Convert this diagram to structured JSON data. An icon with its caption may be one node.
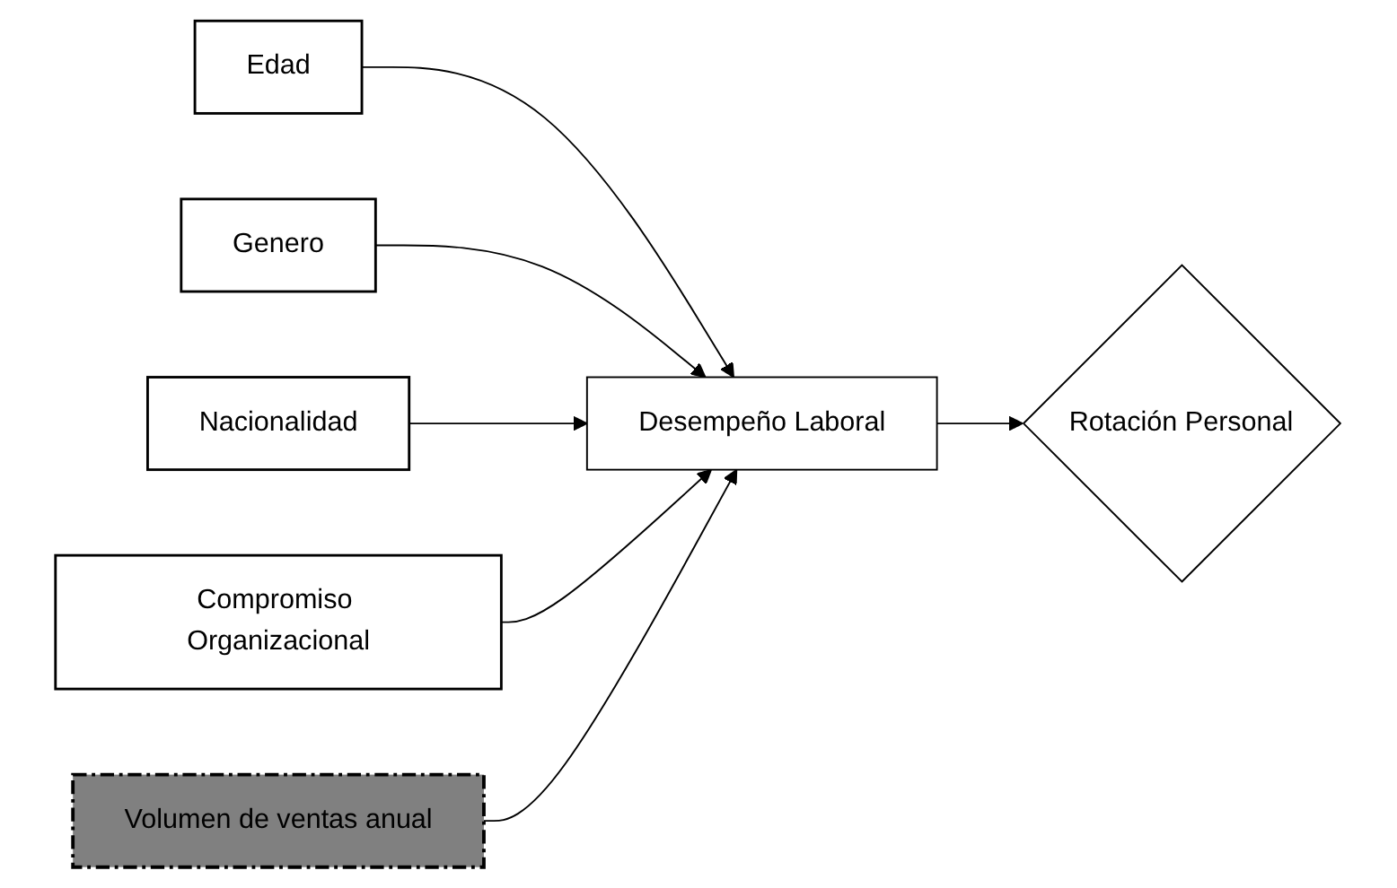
{
  "diagram": {
    "nodes": [
      {
        "text": [
          "Edad"
        ]
      },
      {
        "text": [
          "Genero"
        ]
      },
      {
        "text": [
          "Nacionalidad"
        ]
      },
      {
        "text": [
          "Compromiso Organizacional"
        ]
      },
      {
        "text": [
          "Volumen de ventas anual"
        ]
      },
      {
        "text": [
          "Desempeño Laboral"
        ]
      },
      {
        "text": [
          "Rotación Personal"
        ]
      }
    ],
    "edges": [
      {
        "from": 0,
        "to": 5,
        "arrow": "to"
      },
      {
        "from": 1,
        "to": 5,
        "arrow": "to"
      },
      {
        "from": 2,
        "to": 5,
        "arrow": "to"
      },
      {
        "from": 3,
        "to": 5,
        "arrow": "to"
      },
      {
        "from": 4,
        "to": 5,
        "arrow": "to"
      },
      {
        "from": 5,
        "to": 6,
        "arrow": "to"
      }
    ]
  }
}
